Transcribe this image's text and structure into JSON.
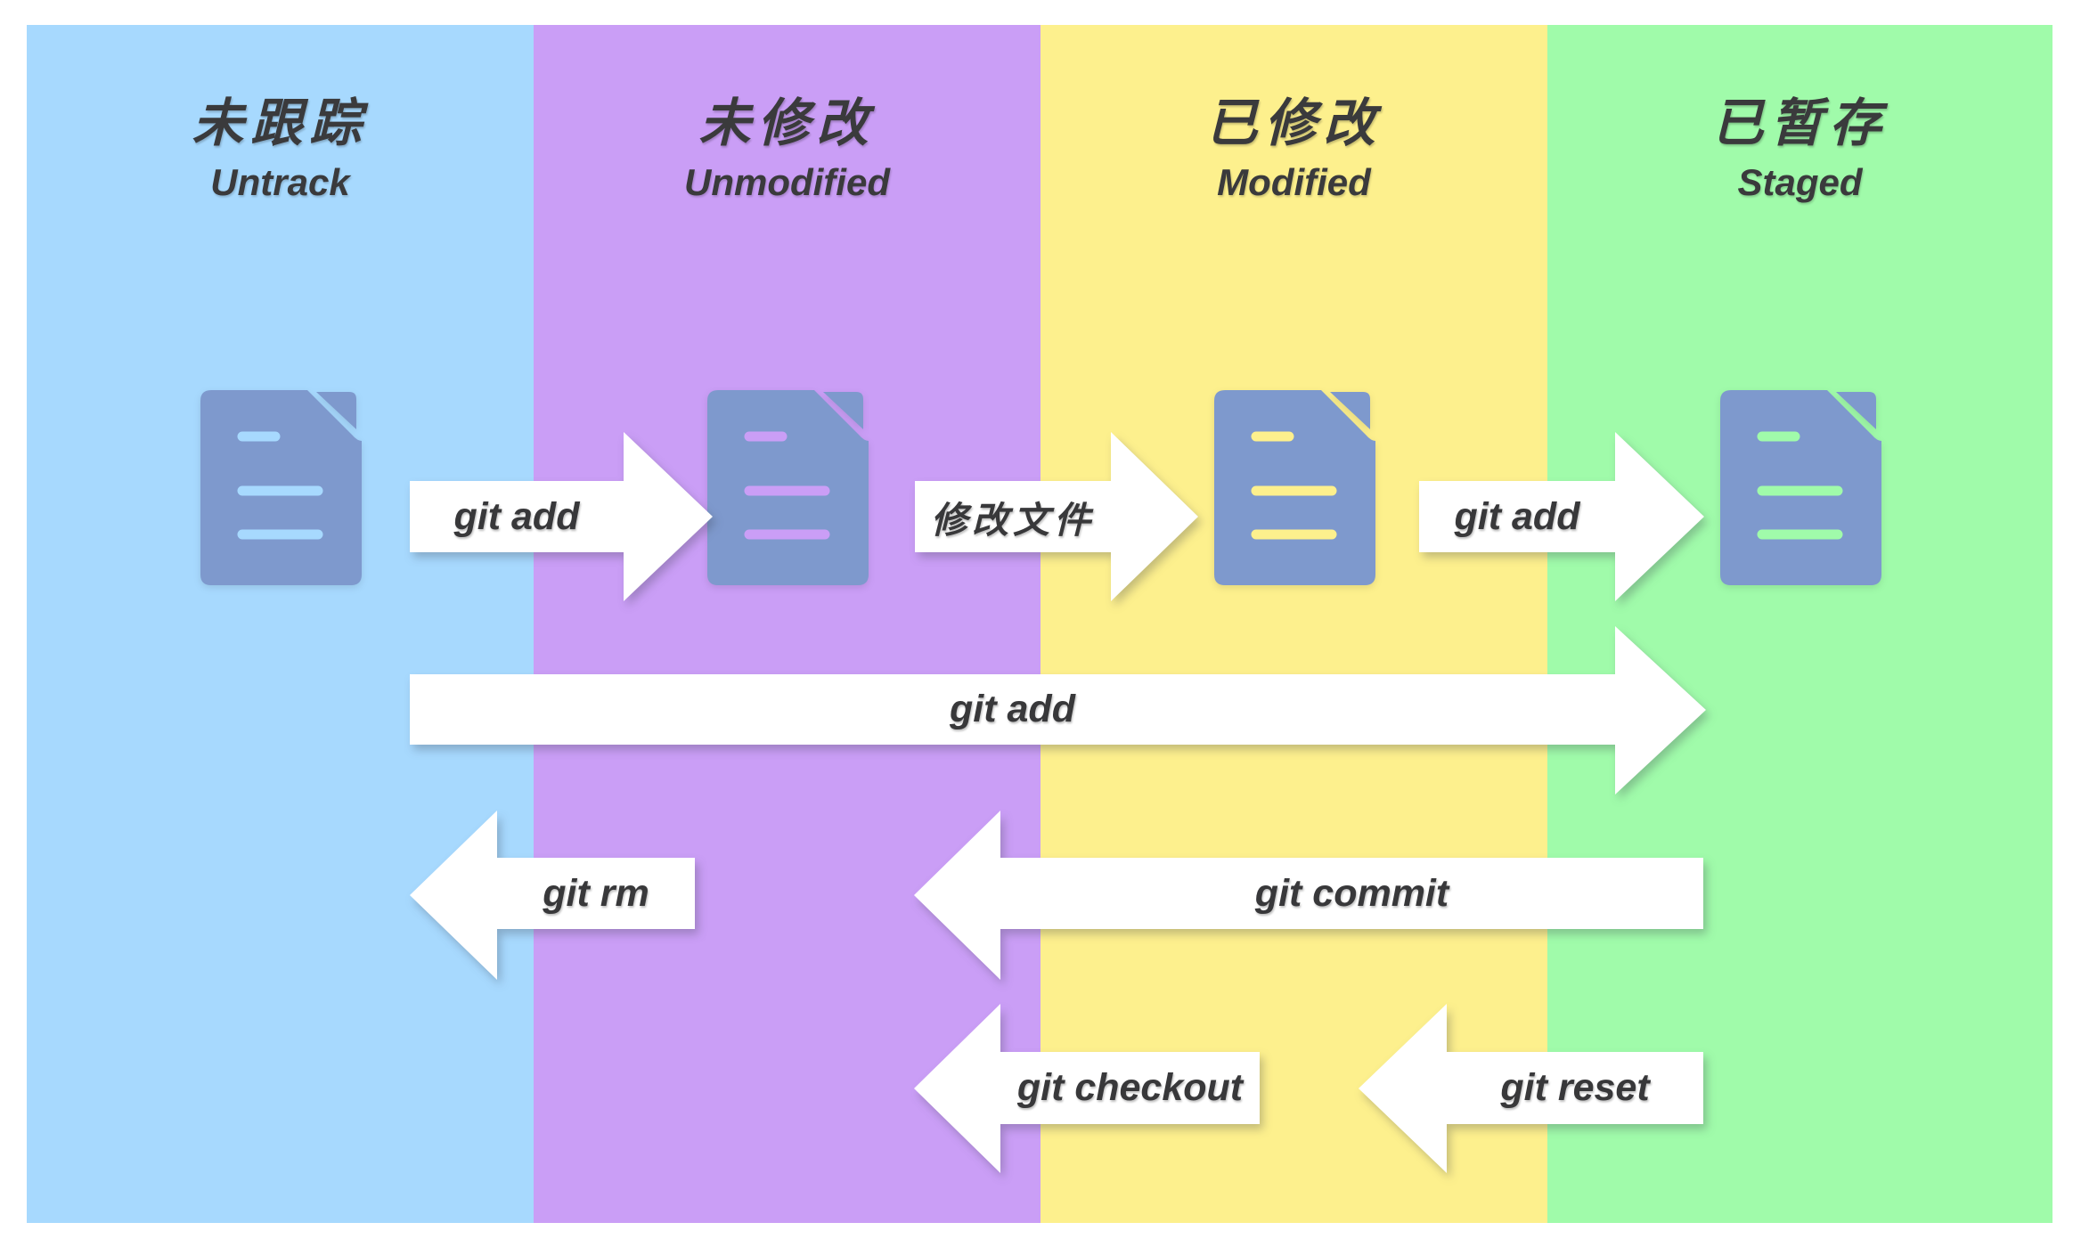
{
  "columns": [
    {
      "title_zh": "未跟踪",
      "title_en": "Untrack",
      "color": "#a7d9fe"
    },
    {
      "title_zh": "未修改",
      "title_en": "Unmodified",
      "color": "#ca9ef6"
    },
    {
      "title_zh": "已修改",
      "title_en": "Modified",
      "color": "#fdf08d"
    },
    {
      "title_zh": "已暂存",
      "title_en": "Staged",
      "color": "#a0fbaa"
    }
  ],
  "arrows": [
    {
      "id": "git-add-1",
      "label": "git add",
      "direction": "right"
    },
    {
      "id": "modify-file",
      "label": "修改文件",
      "direction": "right"
    },
    {
      "id": "git-add-2",
      "label": "git add",
      "direction": "right"
    },
    {
      "id": "git-add-long",
      "label": "git add",
      "direction": "right"
    },
    {
      "id": "git-rm",
      "label": "git rm",
      "direction": "left"
    },
    {
      "id": "git-commit",
      "label": "git commit",
      "direction": "left"
    },
    {
      "id": "git-checkout",
      "label": "git checkout",
      "direction": "left"
    },
    {
      "id": "git-reset",
      "label": "git reset",
      "direction": "left"
    }
  ],
  "icon": {
    "name": "document-icon",
    "body_color": "#7e99cd"
  },
  "colors": {
    "page_bg": "#ffffff",
    "arrow_fill": "#ffffff",
    "text": "#3a3a3c"
  }
}
